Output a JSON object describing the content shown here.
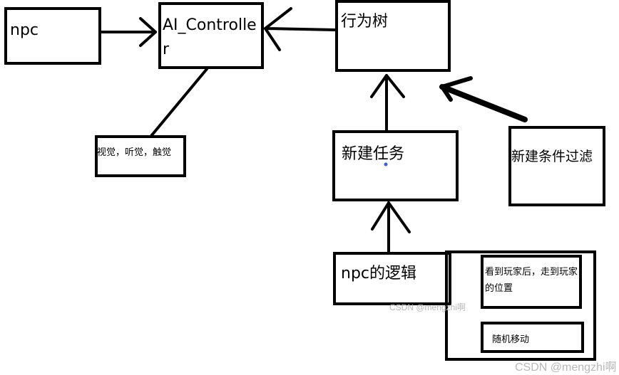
{
  "nodes": {
    "npc": "npc",
    "ai_controller": "AI_Controller",
    "behavior_tree": "行为树",
    "senses": "视觉，听觉，触觉",
    "new_task": "新建任务",
    "new_condition_filter": "新建条件过滤",
    "npc_logic": "npc的逻辑",
    "see_player": "看到玩家后，走到玩家的位置",
    "random_move": "随机移动"
  },
  "watermarks": {
    "center": "CSDN @mengzhi啊",
    "corner": "CSDN @mengzhi啊"
  },
  "colors": {
    "stroke": "#000000",
    "dot": "#3a5fd9",
    "watermark": "#b8b8b8"
  }
}
